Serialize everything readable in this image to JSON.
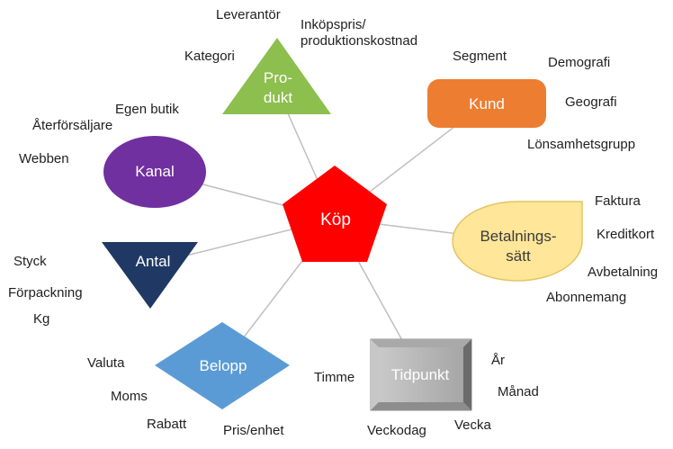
{
  "diagram": {
    "type": "mindmap",
    "connector_color": "#bfbfbf",
    "center_node": {
      "label": "Köp",
      "shape": "pentagon",
      "color": "#ff0000",
      "text_color": "#ffffff"
    },
    "nodes": {
      "produkt": {
        "label": [
          "Pro-",
          "dukt"
        ],
        "shape": "triangle-up",
        "color": "#8cbf4d",
        "text_color": "#ffffff",
        "attributes": [
          "Leverantör",
          "Inköpspris/",
          "produktionskostnad",
          "Kategori"
        ]
      },
      "kund": {
        "label": [
          "Kund"
        ],
        "shape": "rounded-rectangle",
        "color": "#ed7d31",
        "text_color": "#ffffff",
        "attributes": [
          "Segment",
          "Demografi",
          "Geografi",
          "Lönsamhetsgrupp"
        ]
      },
      "kanal": {
        "label": [
          "Kanal"
        ],
        "shape": "ellipse",
        "color": "#7030a0",
        "text_color": "#ffffff",
        "attributes": [
          "Egen butik",
          "Återförsäljare",
          "Webben"
        ]
      },
      "antal": {
        "label": [
          "Antal"
        ],
        "shape": "triangle-down",
        "color": "#1f3864",
        "text_color": "#ffffff",
        "attributes": [
          "Styck",
          "Förpackning",
          "Kg"
        ]
      },
      "belopp": {
        "label": [
          "Belopp"
        ],
        "shape": "diamond",
        "color": "#5b9bd5",
        "text_color": "#ffffff",
        "attributes": [
          "Valuta",
          "Moms",
          "Rabatt",
          "Pris/enhet"
        ]
      },
      "tidpunkt": {
        "label": [
          "Tidpunkt"
        ],
        "shape": "bevel-square",
        "color": "#acacac",
        "text_color": "#ffffff",
        "attributes": [
          "Timme",
          "Veckodag",
          "Vecka",
          "År",
          "Månad"
        ]
      },
      "betalningssatt": {
        "label": [
          "Betalnings-",
          "sätt"
        ],
        "shape": "teardrop",
        "color": "#ffe699",
        "border_color": "#e2c563",
        "text_color": "#3a3a3a",
        "attributes": [
          "Faktura",
          "Kreditkort",
          "Avbetalning",
          "Abonnemang"
        ]
      }
    }
  }
}
